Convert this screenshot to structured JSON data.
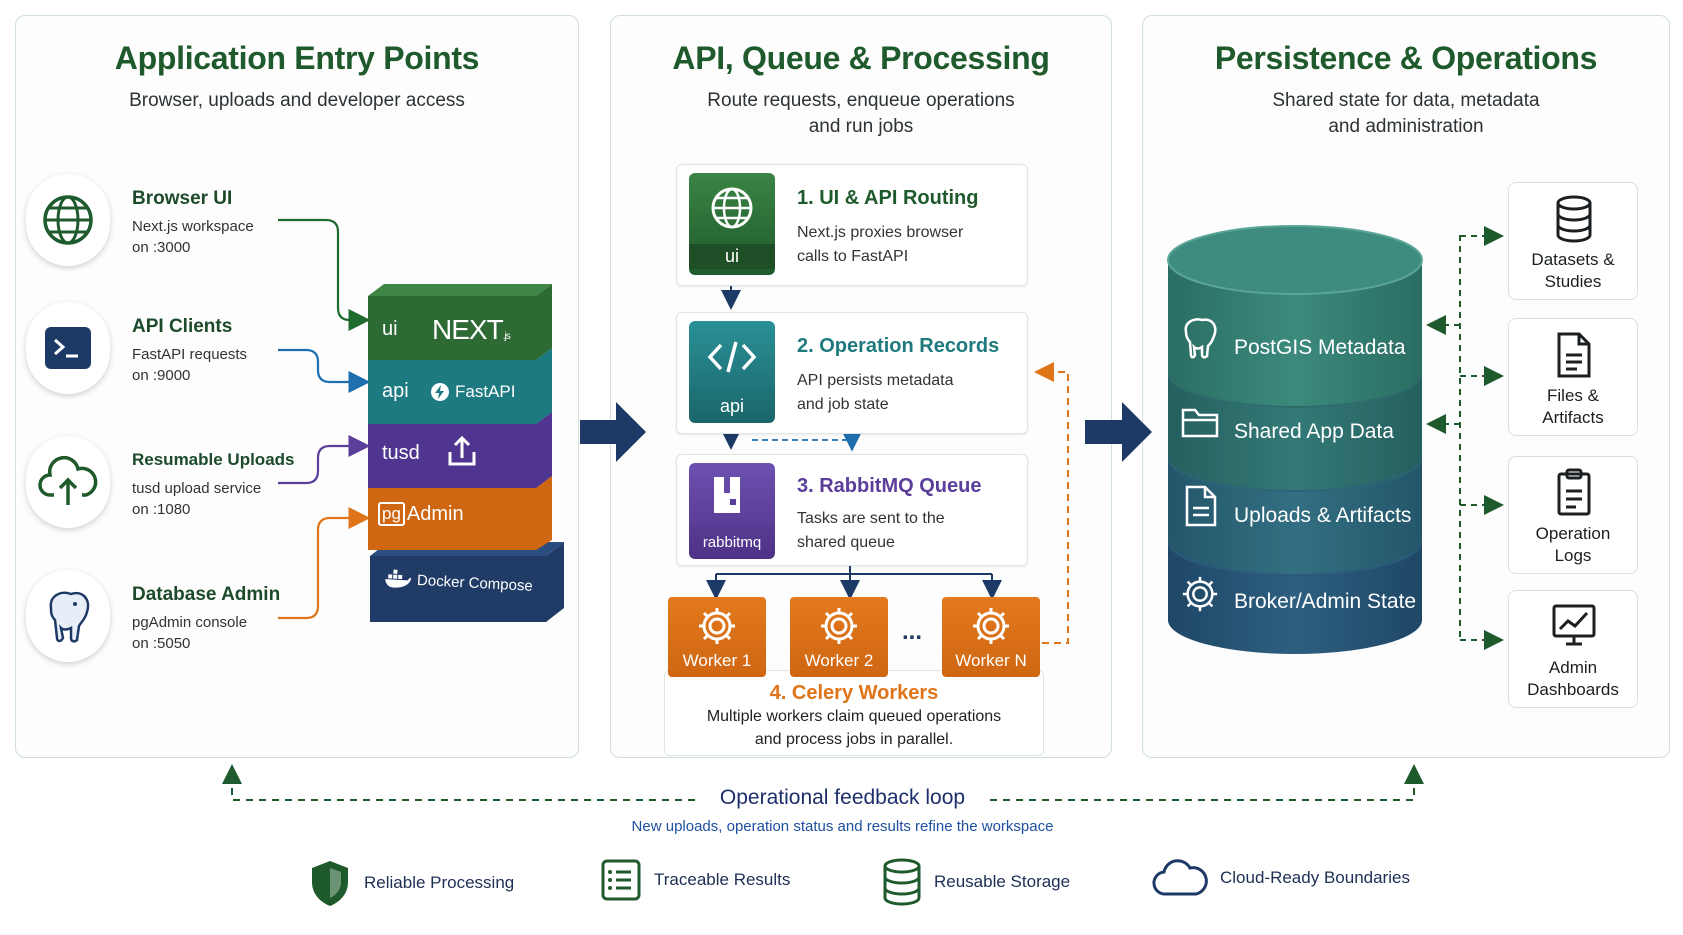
{
  "columns": {
    "entry": {
      "title": "Application Entry Points",
      "subtitle": "Browser, uploads and developer access"
    },
    "api": {
      "title": "API, Queue & Processing",
      "subtitle_line1": "Route requests, enqueue operations",
      "subtitle_line2": "and run jobs"
    },
    "persistence": {
      "title": "Persistence & Operations",
      "subtitle_line1": "Shared state for data, metadata",
      "subtitle_line2": "and administration"
    }
  },
  "entries": [
    {
      "title": "Browser UI",
      "desc1": "Next.js workspace",
      "desc2": "on :3000",
      "icon": "globe-icon"
    },
    {
      "title": "API Clients",
      "desc1": "FastAPI requests",
      "desc2": "on :9000",
      "icon": "terminal-icon"
    },
    {
      "title": "Resumable Uploads",
      "desc1": "tusd upload service",
      "desc2": "on :1080",
      "icon": "cloud-upload-icon"
    },
    {
      "title": "Database Admin",
      "desc1": "pgAdmin console",
      "desc2": "on :5050",
      "icon": "elephant-icon"
    }
  ],
  "stack": {
    "ui": "ui",
    "ui_brand": "NEXT",
    "ui_brand_suffix": ".js",
    "api": "api",
    "api_brand": "FastAPI",
    "tusd": "tusd",
    "pgadmin_pg": "pg",
    "pgadmin_rest": "Admin",
    "docker": "Docker Compose"
  },
  "steps": [
    {
      "title": "1. UI & API Routing",
      "desc1": "Next.js proxies browser",
      "desc2": "calls to FastAPI",
      "icon_label": "ui",
      "color": "#2e6f3a"
    },
    {
      "title": "2. Operation Records",
      "desc1": "API persists metadata",
      "desc2": "and job state",
      "icon_label": "api",
      "color": "#1e7a7e"
    },
    {
      "title": "3. RabbitMQ Queue",
      "desc1": "Tasks are sent to the",
      "desc2": "shared queue",
      "icon_label": "rabbitmq",
      "color": "#5b3d9a"
    }
  ],
  "workers": {
    "items": [
      "Worker 1",
      "Worker 2",
      "Worker N"
    ],
    "ellipsis": "...",
    "title": "4. Celery Workers",
    "desc1": "Multiple workers claim queued operations",
    "desc2": "and process jobs in parallel.",
    "color": "#e07418"
  },
  "database": {
    "layers": [
      {
        "label": "PostGIS Metadata",
        "icon": "elephant-icon"
      },
      {
        "label": "Shared App Data",
        "icon": "folder-icon"
      },
      {
        "label": "Uploads & Artifacts",
        "icon": "document-icon"
      },
      {
        "label": "Broker/Admin State",
        "icon": "gear-icon"
      }
    ]
  },
  "outputs": [
    {
      "line1": "Datasets &",
      "line2": "Studies",
      "icon": "database-icon"
    },
    {
      "line1": "Files &",
      "line2": "Artifacts",
      "icon": "file-icon"
    },
    {
      "line1": "Operation",
      "line2": "Logs",
      "icon": "clipboard-icon"
    },
    {
      "line1": "Admin",
      "line2": "Dashboards",
      "icon": "chart-icon"
    }
  ],
  "feedback": {
    "title": "Operational feedback loop",
    "desc": "New uploads, operation status and results refine the workspace"
  },
  "features": [
    {
      "label": "Reliable Processing",
      "icon": "shield-icon"
    },
    {
      "label": "Traceable Results",
      "icon": "list-icon"
    },
    {
      "label": "Reusable Storage",
      "icon": "database-icon"
    },
    {
      "label": "Cloud-Ready Boundaries",
      "icon": "cloud-icon"
    }
  ],
  "colors": {
    "green": "#1f5a2c",
    "teal": "#1e7a7e",
    "purple": "#5b3d9a",
    "orange": "#e07418",
    "navy": "#1d3a66",
    "db_top": "#2f7a6e"
  }
}
